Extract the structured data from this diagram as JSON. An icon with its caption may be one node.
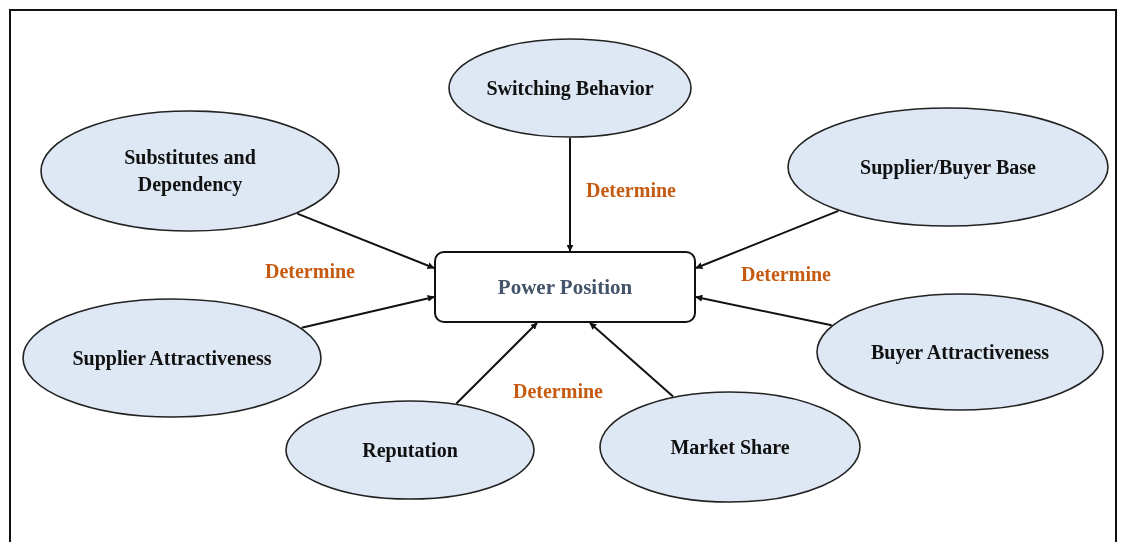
{
  "diagram": {
    "nodes": [
      {
        "text": [
          "Switching Behavior"
        ]
      },
      {
        "text": [
          "Substitutes and Dependency"
        ]
      },
      {
        "text": [
          "Supplier/Buyer Base"
        ]
      },
      {
        "text": [
          "Power Position"
        ]
      },
      {
        "text": [
          "Supplier Attractiveness"
        ]
      },
      {
        "text": [
          "Buyer Attractiveness"
        ]
      },
      {
        "text": [
          "Reputation"
        ]
      },
      {
        "text": [
          "Market Share"
        ]
      }
    ],
    "edges": [
      {
        "from": 0,
        "to": 3,
        "arrow": "to"
      },
      {
        "from": 1,
        "to": 3,
        "arrow": "to"
      },
      {
        "from": 2,
        "to": 3,
        "arrow": "to"
      },
      {
        "from": 4,
        "to": 3,
        "arrow": "to"
      },
      {
        "from": 5,
        "to": 3,
        "arrow": "to"
      },
      {
        "from": 6,
        "to": 3,
        "arrow": "to"
      },
      {
        "from": 7,
        "to": 3,
        "arrow": "to"
      }
    ],
    "labels": [
      "Determine",
      "Determine",
      "Determine",
      "Determine"
    ]
  }
}
